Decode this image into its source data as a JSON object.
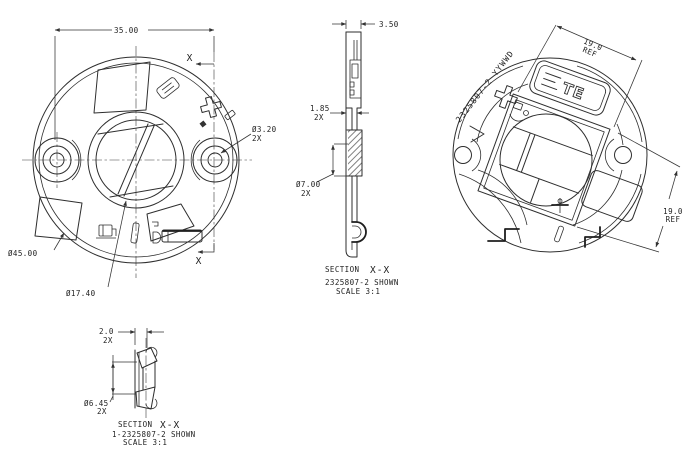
{
  "front_view": {
    "dim_width": "35.00",
    "hole_dia": "Ø3.20",
    "hole_qty": "2X",
    "outer_dia": "Ø45.00",
    "bore_dia": "Ø17.40",
    "section_top": "X",
    "section_bottom": "X"
  },
  "side_section": {
    "thickness": "3.50",
    "rib": "1.85",
    "rib_qty": "2X",
    "boss_dia": "Ø7.00",
    "boss_qty": "2X",
    "section_word": "SECTION",
    "section_id": "X-X",
    "shown": "2325807-2 SHOWN",
    "scale": "SCALE 3:1"
  },
  "back_view": {
    "marking": "2325807-2 YYWWD",
    "logo": "TE",
    "ref_top": "19.0",
    "ref_top_label": "REF",
    "ref_right": "19.0",
    "ref_right_label": "REF"
  },
  "small_section": {
    "flange": "2.0",
    "flange_qty": "2X",
    "bore_dia": "Ø6.45",
    "bore_qty": "2X",
    "section_word": "SECTION",
    "section_id": "X-X",
    "shown": "1-2325807-2 SHOWN",
    "scale": "SCALE 3:1"
  },
  "colors": {
    "line": "#2e2e2e",
    "background": "#ffffff"
  }
}
